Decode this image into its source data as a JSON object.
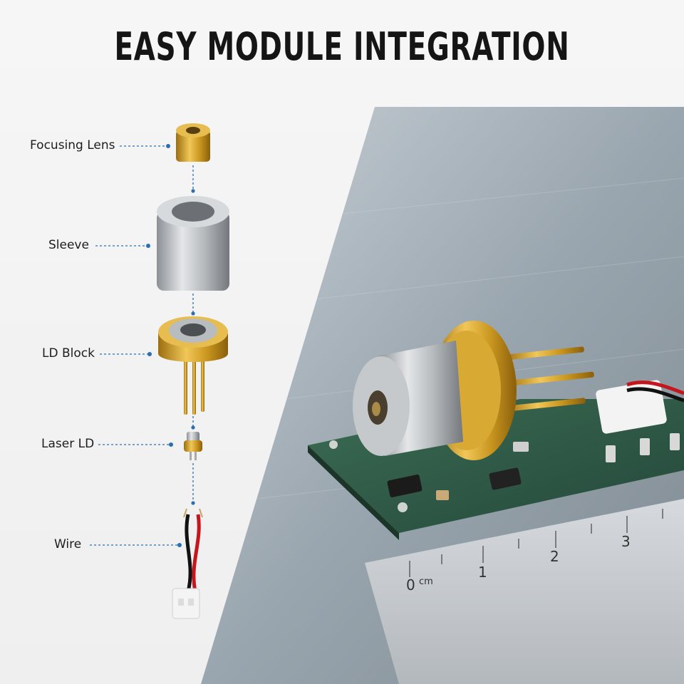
{
  "header": {
    "title": "EASY MODULE INTEGRATION"
  },
  "parts": [
    {
      "label": "Focusing Lens"
    },
    {
      "label": "Sleeve"
    },
    {
      "label": "LD Block"
    },
    {
      "label": "Laser LD"
    },
    {
      "label": "Wire"
    }
  ],
  "ruler": {
    "unit": "cm",
    "numbers": [
      "0",
      "1",
      "2",
      "3"
    ]
  },
  "colors": {
    "accent": "#2b6fb0",
    "gold": "#c89a2a",
    "steel": "#b9bcbf",
    "pcb": "#2f5a44"
  }
}
